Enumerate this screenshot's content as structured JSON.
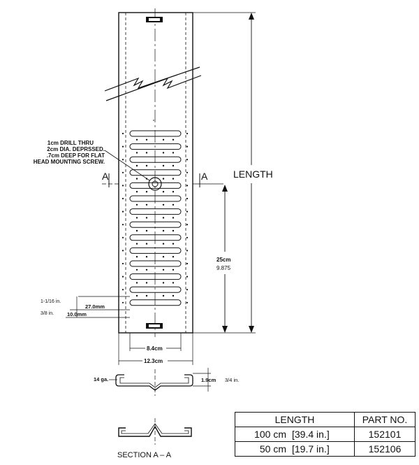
{
  "callout": {
    "line1": "1cm DRILL THRU",
    "line2": "2cm DIA. DEPRSSED.",
    "line3": ".7cm DEEP FOR FLAT",
    "line4": "HEAD MOUNTING SCREW."
  },
  "section_marker": "A",
  "length_label": "LENGTH",
  "dimensions": {
    "spacing_cm": "25cm",
    "spacing_in": "9.875",
    "slot_width_in": "1-1/16 in.",
    "slot_width_mm": "27.0mm",
    "slot_gap_in": "3/8 in.",
    "slot_gap_mm": "10.0mm",
    "inner_width": "8.4cm",
    "outer_width": "12.3cm",
    "gauge": "14 ga.",
    "height_cm": "1.9cm",
    "height_in": "3/4 in."
  },
  "section_label": "SECTION  A  –  A",
  "table": {
    "headers": [
      "LENGTH",
      "PART NO."
    ],
    "rows": [
      {
        "length_cm": "100  cm",
        "length_in": "[39.4  in.]",
        "part": "152101"
      },
      {
        "length_cm": "50  cm",
        "length_in": "[19.7  in.]",
        "part": "152106"
      }
    ]
  }
}
